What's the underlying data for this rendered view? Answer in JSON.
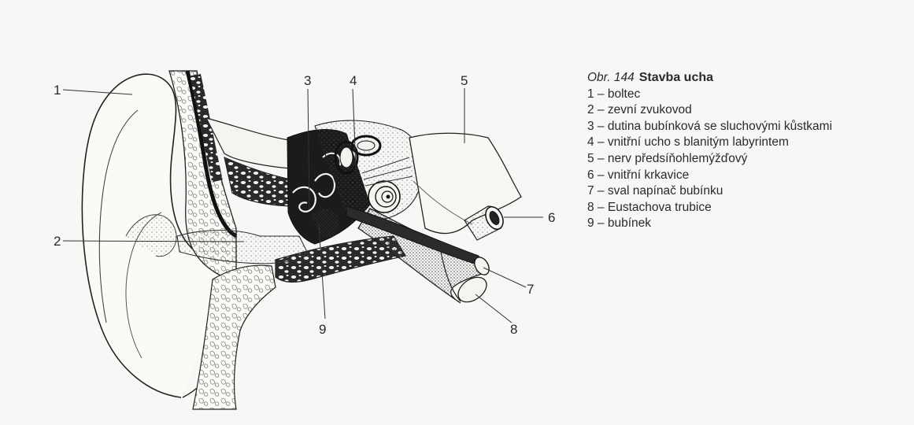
{
  "figure": {
    "number": "Obr. 144",
    "title": "Stavba ucha"
  },
  "legend": [
    {
      "num": "1",
      "sep": " – ",
      "text": "boltec"
    },
    {
      "num": "2",
      "sep": " – ",
      "text": "zevní zvukovod"
    },
    {
      "num": "3",
      "sep": " – ",
      "text": "dutina bubínková se sluchovými kůstkami"
    },
    {
      "num": "4",
      "sep": " – ",
      "text": "vnitřní ucho s blanitým labyrintem"
    },
    {
      "num": "5",
      "sep": " – ",
      "text": "nerv předsíňohlemýžďový"
    },
    {
      "num": "6",
      "sep": " – ",
      "text": "vnitřní krkavice"
    },
    {
      "num": "7",
      "sep": " – ",
      "text": "sval napínač bubínku"
    },
    {
      "num": "8",
      "sep": " – ",
      "text": "Eustachova trubice"
    },
    {
      "num": "9",
      "sep": " – ",
      "text": "bubínek"
    }
  ],
  "callouts": {
    "c1": "1",
    "c2": "2",
    "c3": "3",
    "c4": "4",
    "c5": "5",
    "c6": "6",
    "c7": "7",
    "c8": "8",
    "c9": "9"
  },
  "colors": {
    "ink": "#222222",
    "paper": "#f7f7f5",
    "bone": "#d9d9d4",
    "dark": "#151515"
  }
}
